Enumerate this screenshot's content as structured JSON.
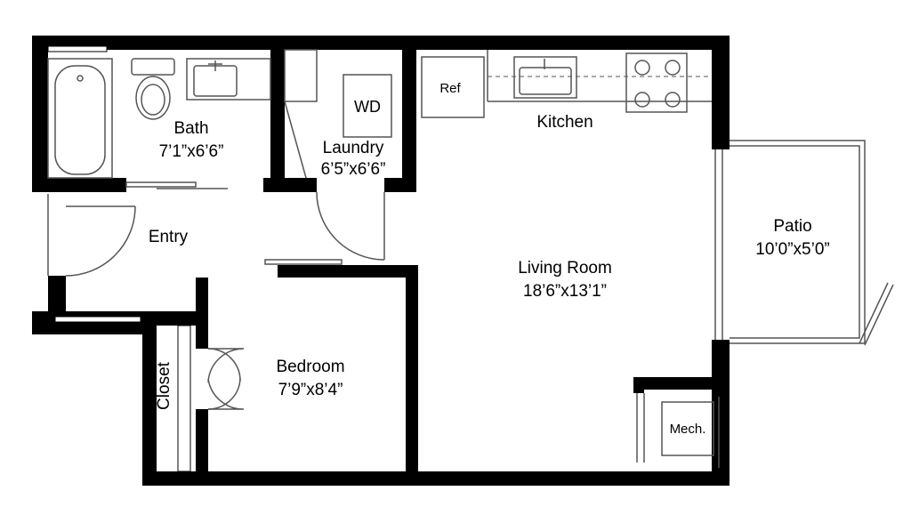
{
  "colors": {
    "wall": "#000000",
    "fixture": "#555555",
    "background": "#ffffff"
  },
  "rooms": {
    "bath": {
      "name": "Bath",
      "size": "7’1”x6’6”"
    },
    "laundry": {
      "name": "Laundry",
      "size": "6’5”x6’6”"
    },
    "kitchen": {
      "name": "Kitchen"
    },
    "entry": {
      "name": "Entry"
    },
    "living": {
      "name": "Living Room",
      "size": "18’6”x13’1”"
    },
    "patio": {
      "name": "Patio",
      "size": "10’0”x5’0”"
    },
    "bedroom": {
      "name": "Bedroom",
      "size": "7’9”x8’4”"
    },
    "closet": {
      "name": "Closet"
    },
    "mechanical": {
      "name": "Mech."
    }
  },
  "fixtures": {
    "washer_dryer": "WD",
    "refrigerator": "Ref"
  },
  "icons": [
    "bathtub-icon",
    "toilet-icon",
    "sink-icon",
    "stove-icon",
    "door-swing-icon"
  ]
}
